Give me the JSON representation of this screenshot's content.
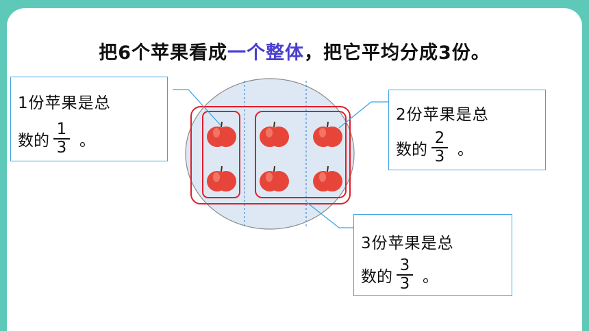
{
  "title": {
    "before": "把6个苹果看成",
    "highlight": "一个整体",
    "after": "，把它平均分成3份。"
  },
  "boxes": [
    {
      "line1": "1份苹果是总",
      "line2": "数的",
      "numerator": "1",
      "denominator": "3",
      "end": "。"
    },
    {
      "line1": "2份苹果是总",
      "line2": "数的",
      "numerator": "2",
      "denominator": "3",
      "end": "。"
    },
    {
      "line1": "3份苹果是总",
      "line2": "数的",
      "numerator": "3",
      "denominator": "3",
      "end": "。"
    }
  ],
  "colors": {
    "background": "#5ec9b8",
    "highlight": "#4b3fd0",
    "box_border": "#3aa4e3",
    "group_border": "#e01d2a",
    "ellipse_fill": "#dde8f4",
    "apple": "#e8453a"
  },
  "apples": {
    "count": 6,
    "groups": 3
  }
}
